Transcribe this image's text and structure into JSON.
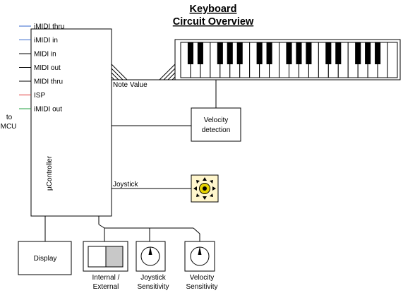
{
  "title": {
    "line1": "Keyboard",
    "line2": "Circuit Overview"
  },
  "colors": {
    "imidi": "#3366cc",
    "isp": "#e03030",
    "imidi_out": "#22a040",
    "joystick_ring": "#e6d200",
    "joystick_bg": "#fff6cc",
    "switch_fill": "#c8c8c8"
  },
  "io_signals": [
    {
      "label": "iMIDI thru",
      "color": "#3366cc"
    },
    {
      "label": "iMIDI in",
      "color": "#3366cc"
    },
    {
      "label": "MIDI in",
      "color": "#000000"
    },
    {
      "label": "MIDI out",
      "color": "#000000"
    },
    {
      "label": "MIDI thru",
      "color": "#000000"
    },
    {
      "label": "ISP",
      "color": "#e03030"
    },
    {
      "label": "iMIDI out",
      "color": "#22a040"
    }
  ],
  "to_mcu": {
    "line1": "to",
    "line2": "MCU"
  },
  "controller_label": "µController",
  "note_value_label": "Note Value",
  "velocity_detection": {
    "line1": "Velocity",
    "line2": "detection"
  },
  "joystick_label": "Joystick",
  "display_label": "Display",
  "internal_external": {
    "line1": "Internal /",
    "line2": "External"
  },
  "joystick_sensitivity": {
    "line1": "Joystick",
    "line2": "Sensitivity"
  },
  "velocity_sensitivity": {
    "line1": "Velocity",
    "line2": "Sensitivity"
  },
  "keyboard": {
    "white_keys": 22
  }
}
